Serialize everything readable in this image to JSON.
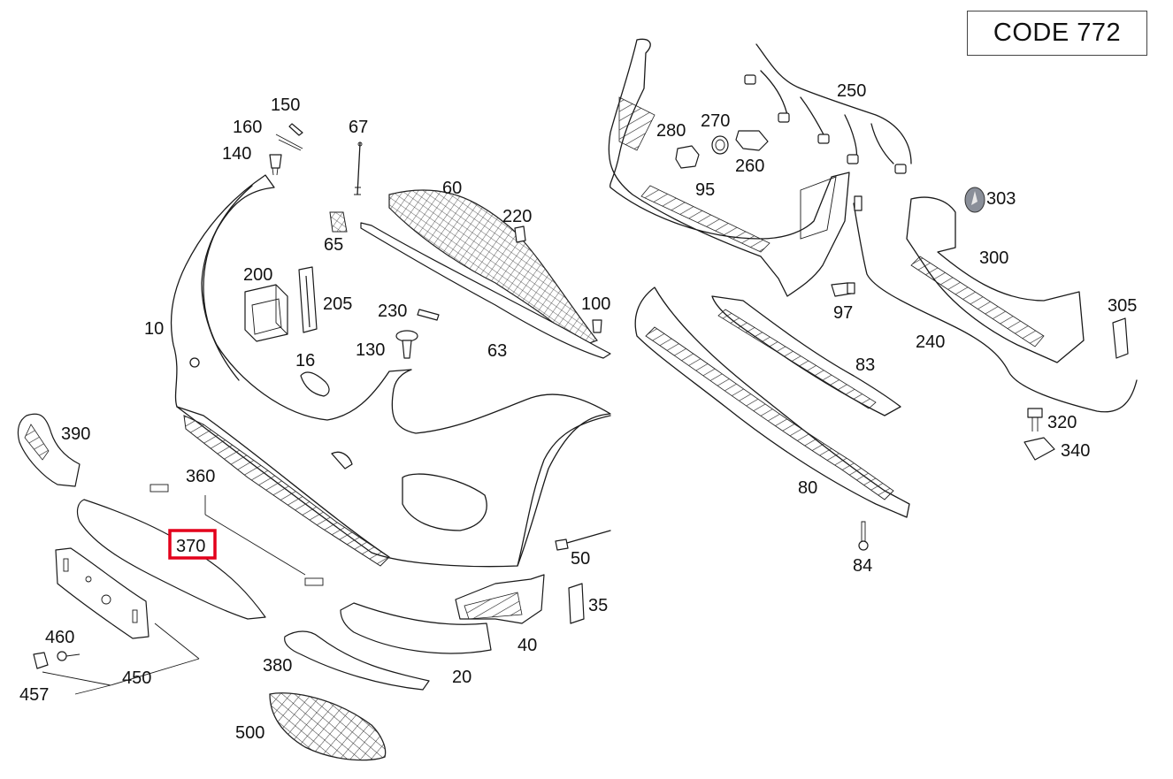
{
  "code_box": {
    "text": "CODE  772"
  },
  "highlighted_part": "370",
  "highlight_color": "#e3001b",
  "labels": {
    "p10": "10",
    "p16": "16",
    "p20": "20",
    "p35": "35",
    "p40": "40",
    "p50": "50",
    "p60": "60",
    "p63": "63",
    "p65": "65",
    "p67": "67",
    "p80": "80",
    "p83": "83",
    "p84": "84",
    "p95": "95",
    "p97": "97",
    "p100": "100",
    "p130": "130",
    "p140": "140",
    "p150": "150",
    "p160": "160",
    "p200": "200",
    "p205": "205",
    "p220": "220",
    "p230": "230",
    "p240": "240",
    "p250": "250",
    "p260": "260",
    "p270": "270",
    "p280": "280",
    "p300": "300",
    "p303": "303",
    "p305": "305",
    "p320": "320",
    "p340": "340",
    "p360": "360",
    "p370": "370",
    "p380": "380",
    "p390": "390",
    "p450": "450",
    "p457": "457",
    "p460": "460",
    "p500": "500"
  }
}
